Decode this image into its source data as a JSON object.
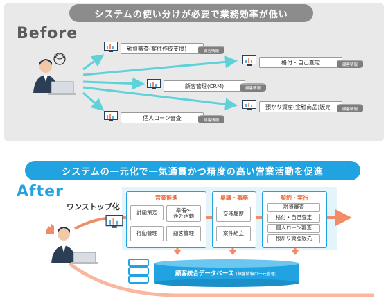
{
  "before": {
    "banner": "システムの使い分けが必要で業務効率が低い",
    "label": "Before",
    "systems": [
      {
        "name": "融資審査(案件作成支援)",
        "db": "顧客情報"
      },
      {
        "name": "格付・自己査定",
        "db": "顧客情報"
      },
      {
        "name": "顧客管理(CRM)",
        "db": "顧客情報"
      },
      {
        "name": "預かり資産(金融商品)販売",
        "db": "顧客情報"
      },
      {
        "name": "個人ローン審査",
        "db": "顧客情報"
      }
    ]
  },
  "after": {
    "banner": "システムの一元化で一気通貫かつ精度の高い営業活動を促進",
    "label": "After",
    "onestop": "ワンストップ化",
    "groups": [
      {
        "title": "営業推進",
        "items": [
          "計画策定",
          "準備〜\n渉外活動",
          "行動管理",
          "顧客管理"
        ]
      },
      {
        "title": "稟議・事務",
        "items": [
          "交渉履歴",
          "案件組立"
        ]
      },
      {
        "title": "契約・実行",
        "items": [
          "融資審査",
          "格付・自己査定",
          "個人ローン審査",
          "預かり資産販売"
        ]
      }
    ],
    "database": {
      "name": "顧客統合データベース",
      "note": "(顧客情報の一元管理)"
    }
  },
  "colors": {
    "accent": "#21a3e2",
    "orange": "#f18c68",
    "arrow_before": "#5fd1d9"
  }
}
